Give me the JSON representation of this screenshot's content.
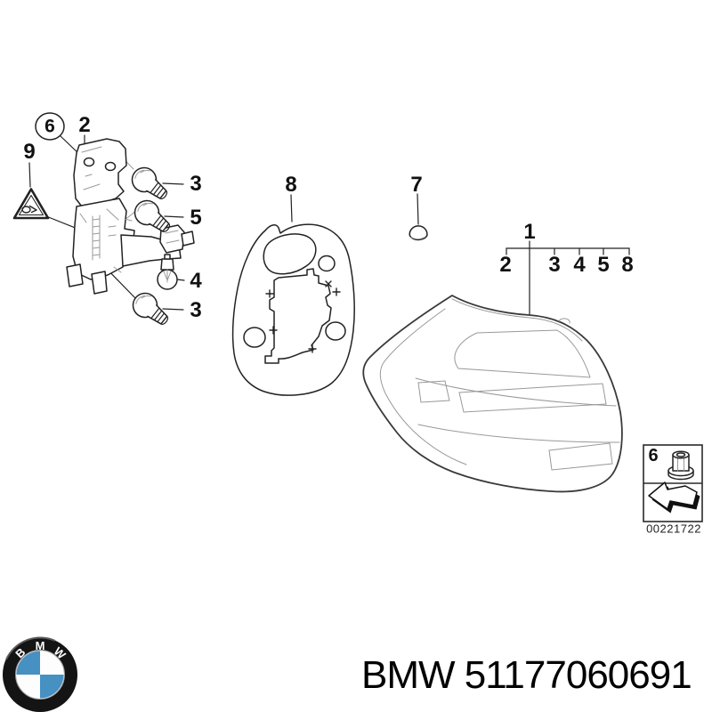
{
  "page": {
    "background": "#ffffff"
  },
  "diagram": {
    "callouts": {
      "carrier_circled": "6",
      "housing": "2",
      "warning_symbol": "9",
      "bulb_upper": "3",
      "bulb_middle": "5",
      "bulb_small": "4",
      "bulb_lower": "3",
      "gasket": "8",
      "grommet": "7",
      "assembly": "1",
      "assembly_children": [
        "2",
        "3",
        "4",
        "5",
        "8"
      ]
    },
    "legend": {
      "item": "6",
      "drawing_number": "00221722"
    },
    "colors": {
      "line": "#222222",
      "thin_line": "#999999",
      "bmw_blue": "#4690c2",
      "background": "#ffffff",
      "text": "#000000"
    }
  },
  "footer": {
    "part_text": "BMW 51177060691",
    "logo_letters": [
      "B",
      "M",
      "W"
    ]
  }
}
